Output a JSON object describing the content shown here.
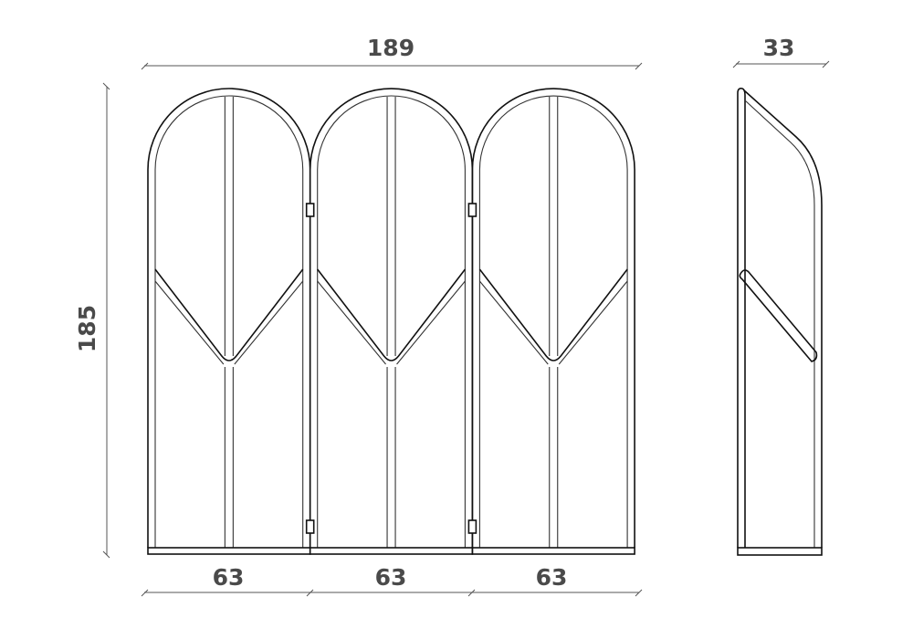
{
  "drawing": {
    "title": "Folding screen technical drawing",
    "panel_count": 3,
    "dimensions": {
      "total_width": "189",
      "height": "185",
      "depth": "33",
      "panel_widths": [
        "63",
        "63",
        "63"
      ]
    },
    "line_color": "#111111",
    "dimension_text_color": "#4a4a4a"
  }
}
